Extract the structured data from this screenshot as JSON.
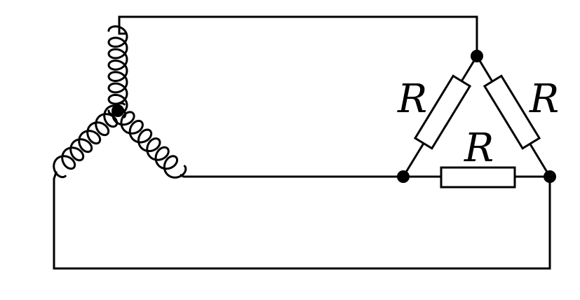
{
  "diagram": {
    "description_free": true,
    "resistors": [
      {
        "id": "left",
        "label": "R"
      },
      {
        "id": "right",
        "label": "R"
      },
      {
        "id": "bottom",
        "label": "R"
      }
    ],
    "coils": [
      "top",
      "left",
      "right"
    ],
    "nodes": [
      "neutral",
      "delta-top",
      "delta-left",
      "delta-right"
    ],
    "colors": {
      "stroke": "#000000",
      "background": "#ffffff"
    }
  }
}
